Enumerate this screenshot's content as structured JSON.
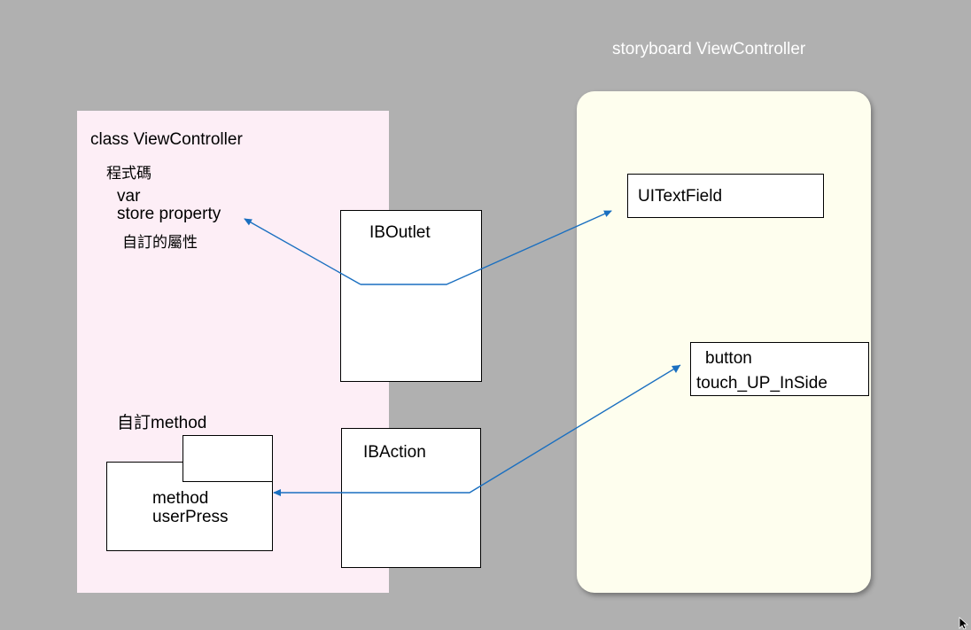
{
  "storyboard": {
    "title": "storyboard ViewController",
    "textfield_label": "UITextField",
    "button_label_line1": "button",
    "button_label_line2": "touch_UP_InSide"
  },
  "class_panel": {
    "title": "class ViewController",
    "code_heading": "程式碼",
    "var_line1": "var",
    "var_line2": "store property",
    "custom_property": "自訂的屬性",
    "custom_method_heading": "自訂method",
    "method_line1": "method",
    "method_line2": "userPress"
  },
  "connectors": {
    "outlet_label": "IBOutlet",
    "action_label": "IBAction"
  },
  "colors": {
    "background": "#b0b0b0",
    "class_panel": "#fdeef6",
    "storyboard_panel": "#fefeee",
    "arrow": "#1a6fc0"
  }
}
